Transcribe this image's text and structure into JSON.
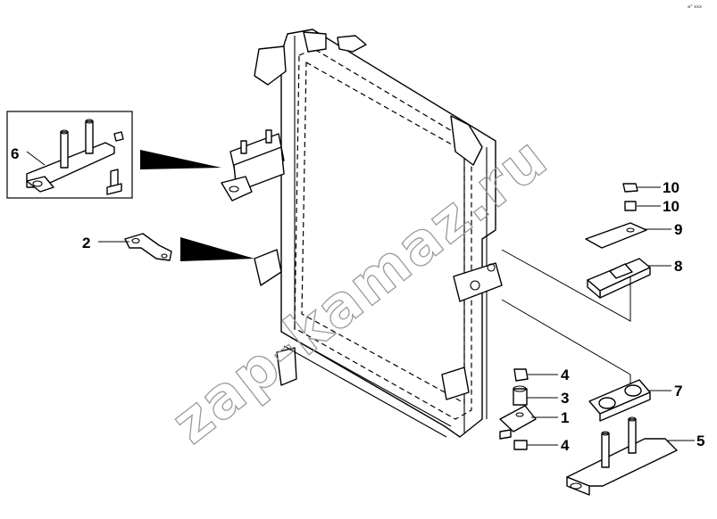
{
  "header": {
    "code": "a° xxx"
  },
  "watermark": {
    "text": "zap-kamaz.ru"
  },
  "callouts": [
    {
      "id": "label-1",
      "text": "1"
    },
    {
      "id": "label-2",
      "text": "2"
    },
    {
      "id": "label-3",
      "text": "3"
    },
    {
      "id": "label-4a",
      "text": "4"
    },
    {
      "id": "label-4b",
      "text": "4"
    },
    {
      "id": "label-5",
      "text": "5"
    },
    {
      "id": "label-6",
      "text": "6"
    },
    {
      "id": "label-7",
      "text": "7"
    },
    {
      "id": "label-8",
      "text": "8"
    },
    {
      "id": "label-9",
      "text": "9"
    },
    {
      "id": "label-10a",
      "text": "10"
    },
    {
      "id": "label-10b",
      "text": "10"
    }
  ]
}
